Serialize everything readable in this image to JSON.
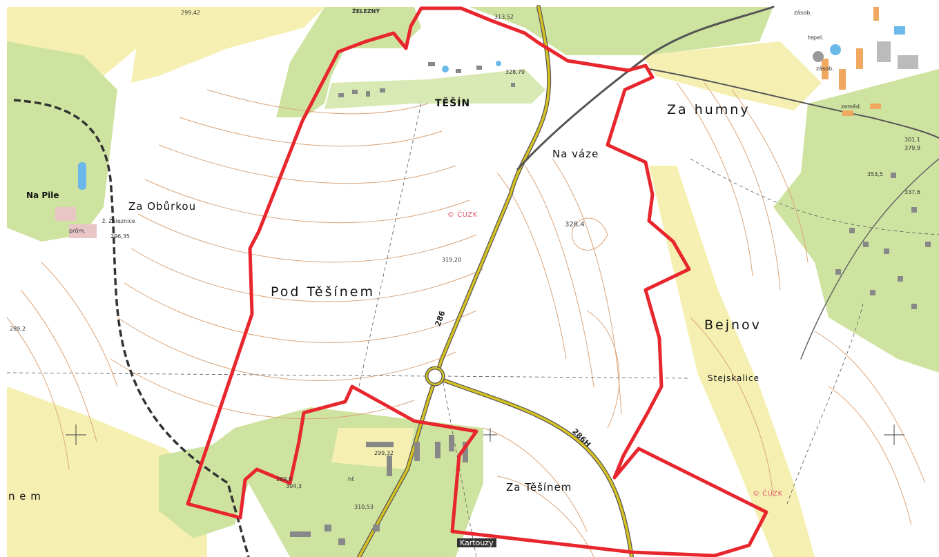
{
  "colors": {
    "boundary": "#e8262d",
    "road": "#d7c321",
    "contour": "#d9a47a",
    "forest": "#cfe3a0",
    "meadow": "#f5f0b2",
    "water": "#6ab9e8",
    "railway": "#333333",
    "paper": "#ffffff"
  },
  "places": {
    "pod_tesinem": "Pod Těšínem",
    "za_humny": "Za humny",
    "bejnov": "Bejnov",
    "za_oburkou": "Za Obůrkou",
    "na_vaze": "Na váze",
    "za_tesinem": "Za Těšínem",
    "stejskalice": "Stejskalice",
    "tesin": "TĚŠÍN",
    "zelezny": "ŽELEZNÝ",
    "na_pile": "Na Pile",
    "kartouzy": "Kartouzy",
    "nem": "n e m"
  },
  "roads": {
    "r286": "286",
    "r286h": "286H"
  },
  "elevations": {
    "e1": "299,42",
    "e2": "313,52",
    "e3": "328,79",
    "e4": "328,4",
    "e5": "319,20",
    "e6": "296,35",
    "e7": "289,2",
    "e8": "299,32",
    "e9": "304,3",
    "e10": "337,6",
    "e11": "353,5",
    "e12": "379,9",
    "e13": "269,8",
    "e14": "301,1",
    "e15": "310,53"
  },
  "small_labels": {
    "zasob1": "zásob.",
    "zasob2": "zásob.",
    "zemed": "zeměd.",
    "tepel": "tepel.",
    "hr": "hř.",
    "prum": "prům.",
    "zel": "ž. Železnice"
  },
  "watermark": "© ČÚZK"
}
